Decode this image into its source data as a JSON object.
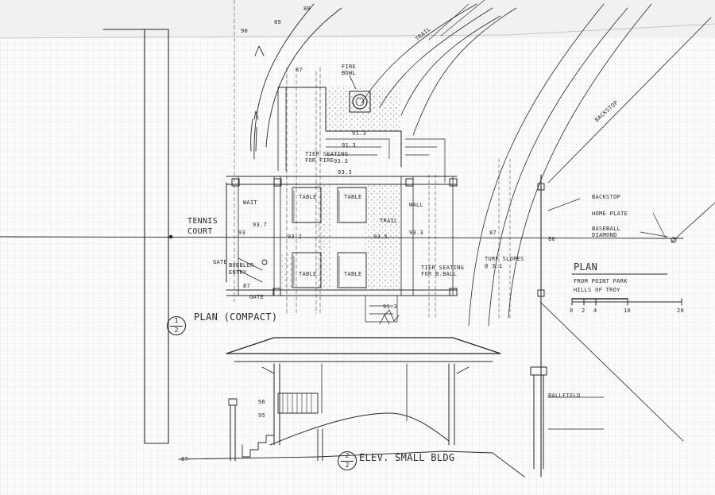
{
  "labels": {
    "tennis_court": "TENNIS COURT",
    "fire_bowl": "FIRE BOWL",
    "trail_top": "TRAIL",
    "trail_mid": "TRAIL",
    "tier_fire": "TIER SEATING FOR FIRE",
    "tier_ball": "TIER SEATING FOR B.BALL",
    "wait": "WAIT",
    "table_1": "TABLE",
    "table_2": "TABLE",
    "table_3": "TABLE",
    "table_4": "TABLE",
    "wall": "WALL",
    "gate_1": "GATE",
    "gate_2": "GATE",
    "bubbler": "BUBBLER ENTRY",
    "turf": "TURF SLOPES @ 3:1",
    "backstop": "BACKSTOP",
    "home_plate": "HOME PLATE",
    "baseball_diamond": "BASEBALL DIAMOND",
    "backstop_diag": "BACKSTOP",
    "ballfield": "BALLFIELD"
  },
  "grades": {
    "g1": "91.3",
    "g2": "91.3",
    "g3": "93.3",
    "g4": "93.3",
    "g5": "93.5",
    "g6": "93.7",
    "g7": "93.2",
    "g8": "93.3",
    "g9": "91.3",
    "g10": "90",
    "g11": "89",
    "g12": "88",
    "g13": "87",
    "g14": "86",
    "g15": "87",
    "g16": "87",
    "g17": "95",
    "g18": "96",
    "g19": "87",
    "g20": "93"
  },
  "titles": {
    "plan_num": "1",
    "plan_den": "2",
    "plan_title": "PLAN (COMPACT)",
    "elev_num": "2",
    "elev_den": "2",
    "elev_title": "ELEV. SMALL BLDG"
  },
  "legend": {
    "title": "PLAN",
    "line1": "FROM POINT PARK",
    "line2": "HILLS OF TROY",
    "scale": [
      "0",
      "2",
      "4",
      "10",
      "20"
    ]
  },
  "colors": {
    "ink": "#262626",
    "grid": "#c9cdd0",
    "paper": "#fbfbf9"
  }
}
